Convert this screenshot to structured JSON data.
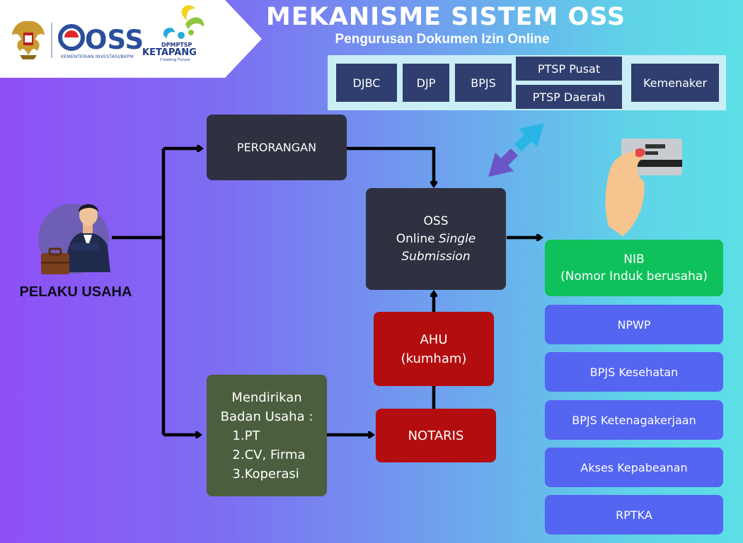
{
  "header": {
    "title": "MEKANISME SISTEM OSS",
    "subtitle": "Pengurusan Dokumen Izin Online",
    "oss_logo_text": "OSS",
    "oss_logo_caption": "KEMENTERIAN INVESTASI/BKPM",
    "ketapang_top": "DPMPTSP",
    "ketapang_name": "KETAPANG",
    "ketapang_tagline": "Creating Future"
  },
  "agencies": {
    "djbc": "DJBC",
    "djp": "DJP",
    "bpjs": "BPJS",
    "ptsp_pusat": "PTSP Pusat",
    "ptsp_daerah": "PTSP Daerah",
    "kemenaker": "Kemenaker"
  },
  "actor": {
    "label": "PELAKU USAHA"
  },
  "nodes": {
    "perorangan": "PERORANGAN",
    "oss_line1": "OSS",
    "oss_line2": "Online ",
    "oss_line2_italic": "Single",
    "oss_line3": "Submission",
    "ahu_line1": "AHU",
    "ahu_line2": "(kumham)",
    "notaris": "NOTARIS",
    "badan_line1": "Mendirikan",
    "badan_line2": "Badan Usaha :",
    "badan_items": [
      "1.PT",
      "2.CV, Firma",
      "3.Koperasi"
    ]
  },
  "outputs": {
    "nib_line1": "NIB",
    "nib_line2": "(Nomor Induk berusaha)",
    "items": [
      "NPWP",
      "BPJS Kesehatan",
      "BPJS Ketenagakerjaan",
      "Akses Kepabeanan",
      "RPTKA"
    ]
  },
  "colors": {
    "dark_node": "#2f3140",
    "red_node": "#b30d0f",
    "olive_node": "#4b5e3d",
    "nib_green": "#0fc15b",
    "output_blue": "#5465f1",
    "agency_navy": "#2f3e6e"
  },
  "icons": [
    "garuda-emblem-icon",
    "businessman-icon",
    "briefcase-icon",
    "hand-card-icon",
    "bidirectional-arrow-icon"
  ]
}
